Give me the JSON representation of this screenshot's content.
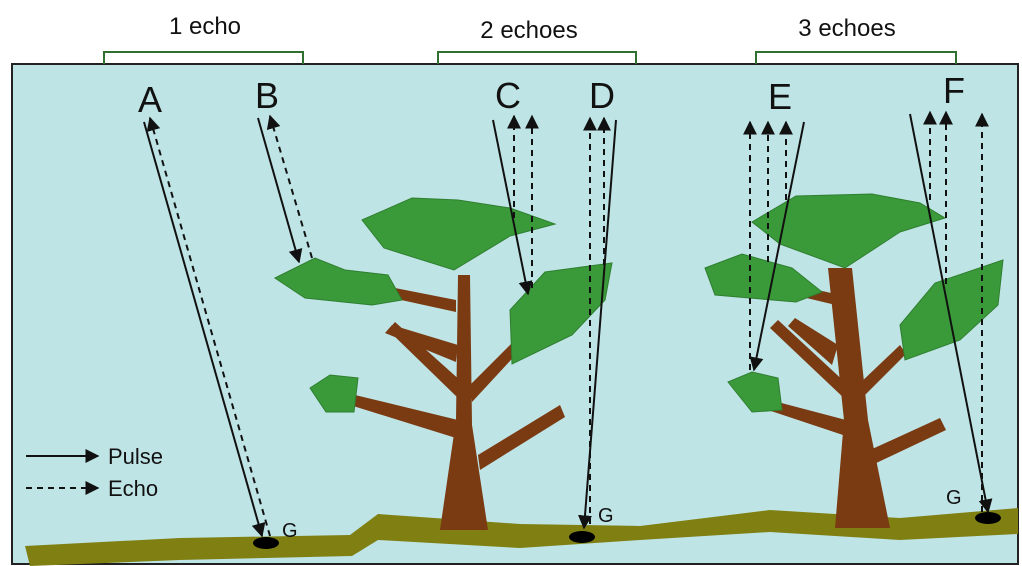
{
  "groups": {
    "g1": "1 echo",
    "g2": "2 echoes",
    "g3": "3 echoes"
  },
  "beams": {
    "a": "A",
    "b": "B",
    "c": "C",
    "d": "D",
    "e": "E",
    "f": "F"
  },
  "ground_labels": {
    "g1": "G",
    "g2": "G",
    "g3": "G"
  },
  "legend": {
    "pulse": "Pulse",
    "echo": "Echo"
  },
  "colors": {
    "sky": "#bfe4e6",
    "leaf": "#3a9a3a",
    "trunk": "#7a3a12",
    "ground": "#7f7f12"
  }
}
